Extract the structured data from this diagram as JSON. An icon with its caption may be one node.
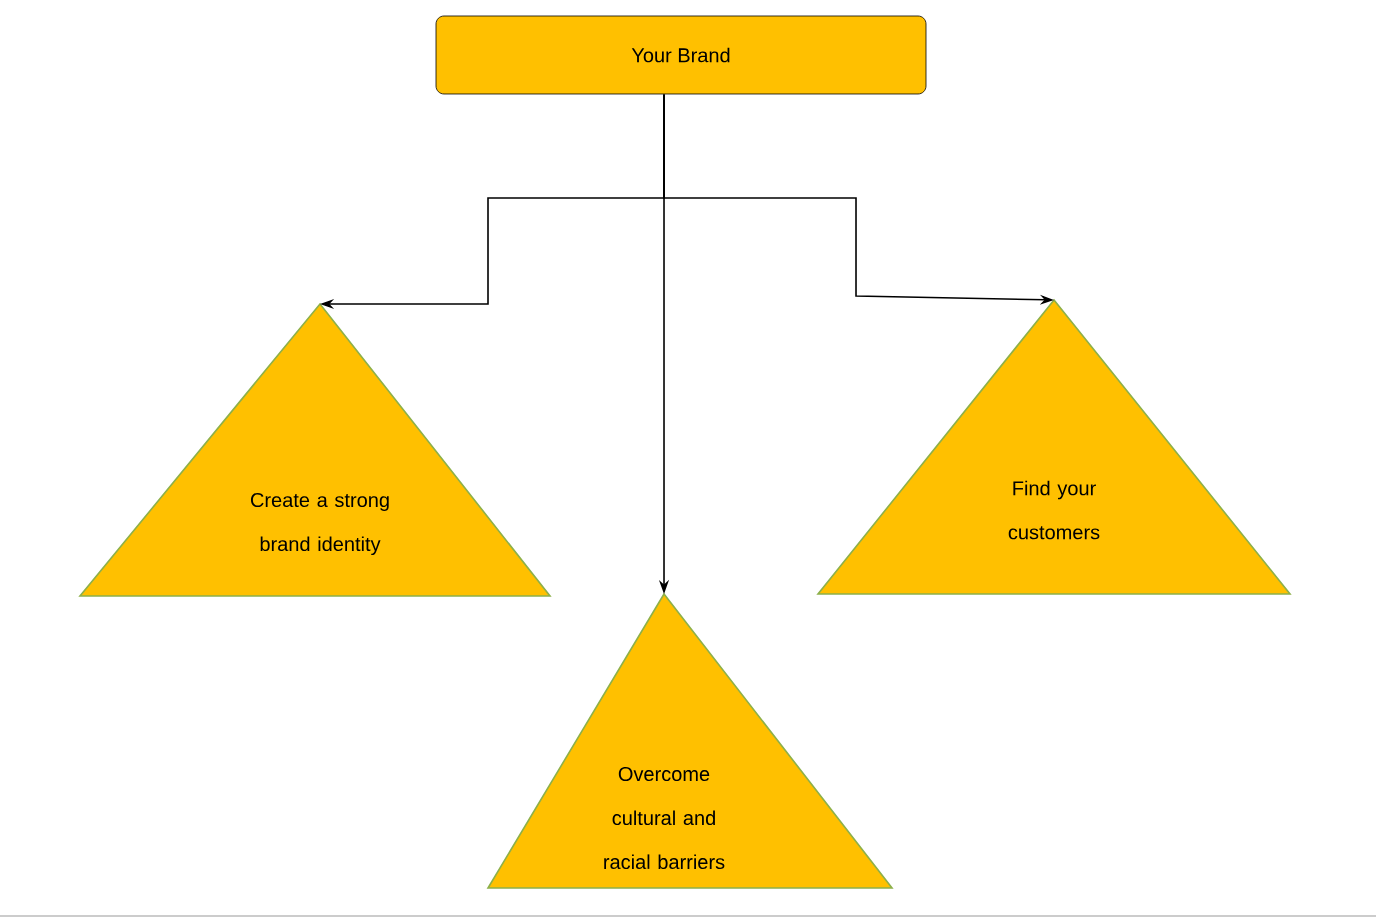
{
  "diagram": {
    "nodes": [
      {
        "text": [
          "Your Brand"
        ]
      },
      {
        "text": [
          "Create a strong brand identity"
        ]
      },
      {
        "text": [
          "Find your customers"
        ]
      },
      {
        "text": [
          "Overcome cultural and racial barriers"
        ]
      }
    ],
    "edges": [
      {
        "from": 0,
        "to": 1,
        "arrow": "to"
      },
      {
        "from": 0,
        "to": 2,
        "arrow": "to"
      },
      {
        "from": 0,
        "to": 3,
        "arrow": "to"
      }
    ]
  }
}
